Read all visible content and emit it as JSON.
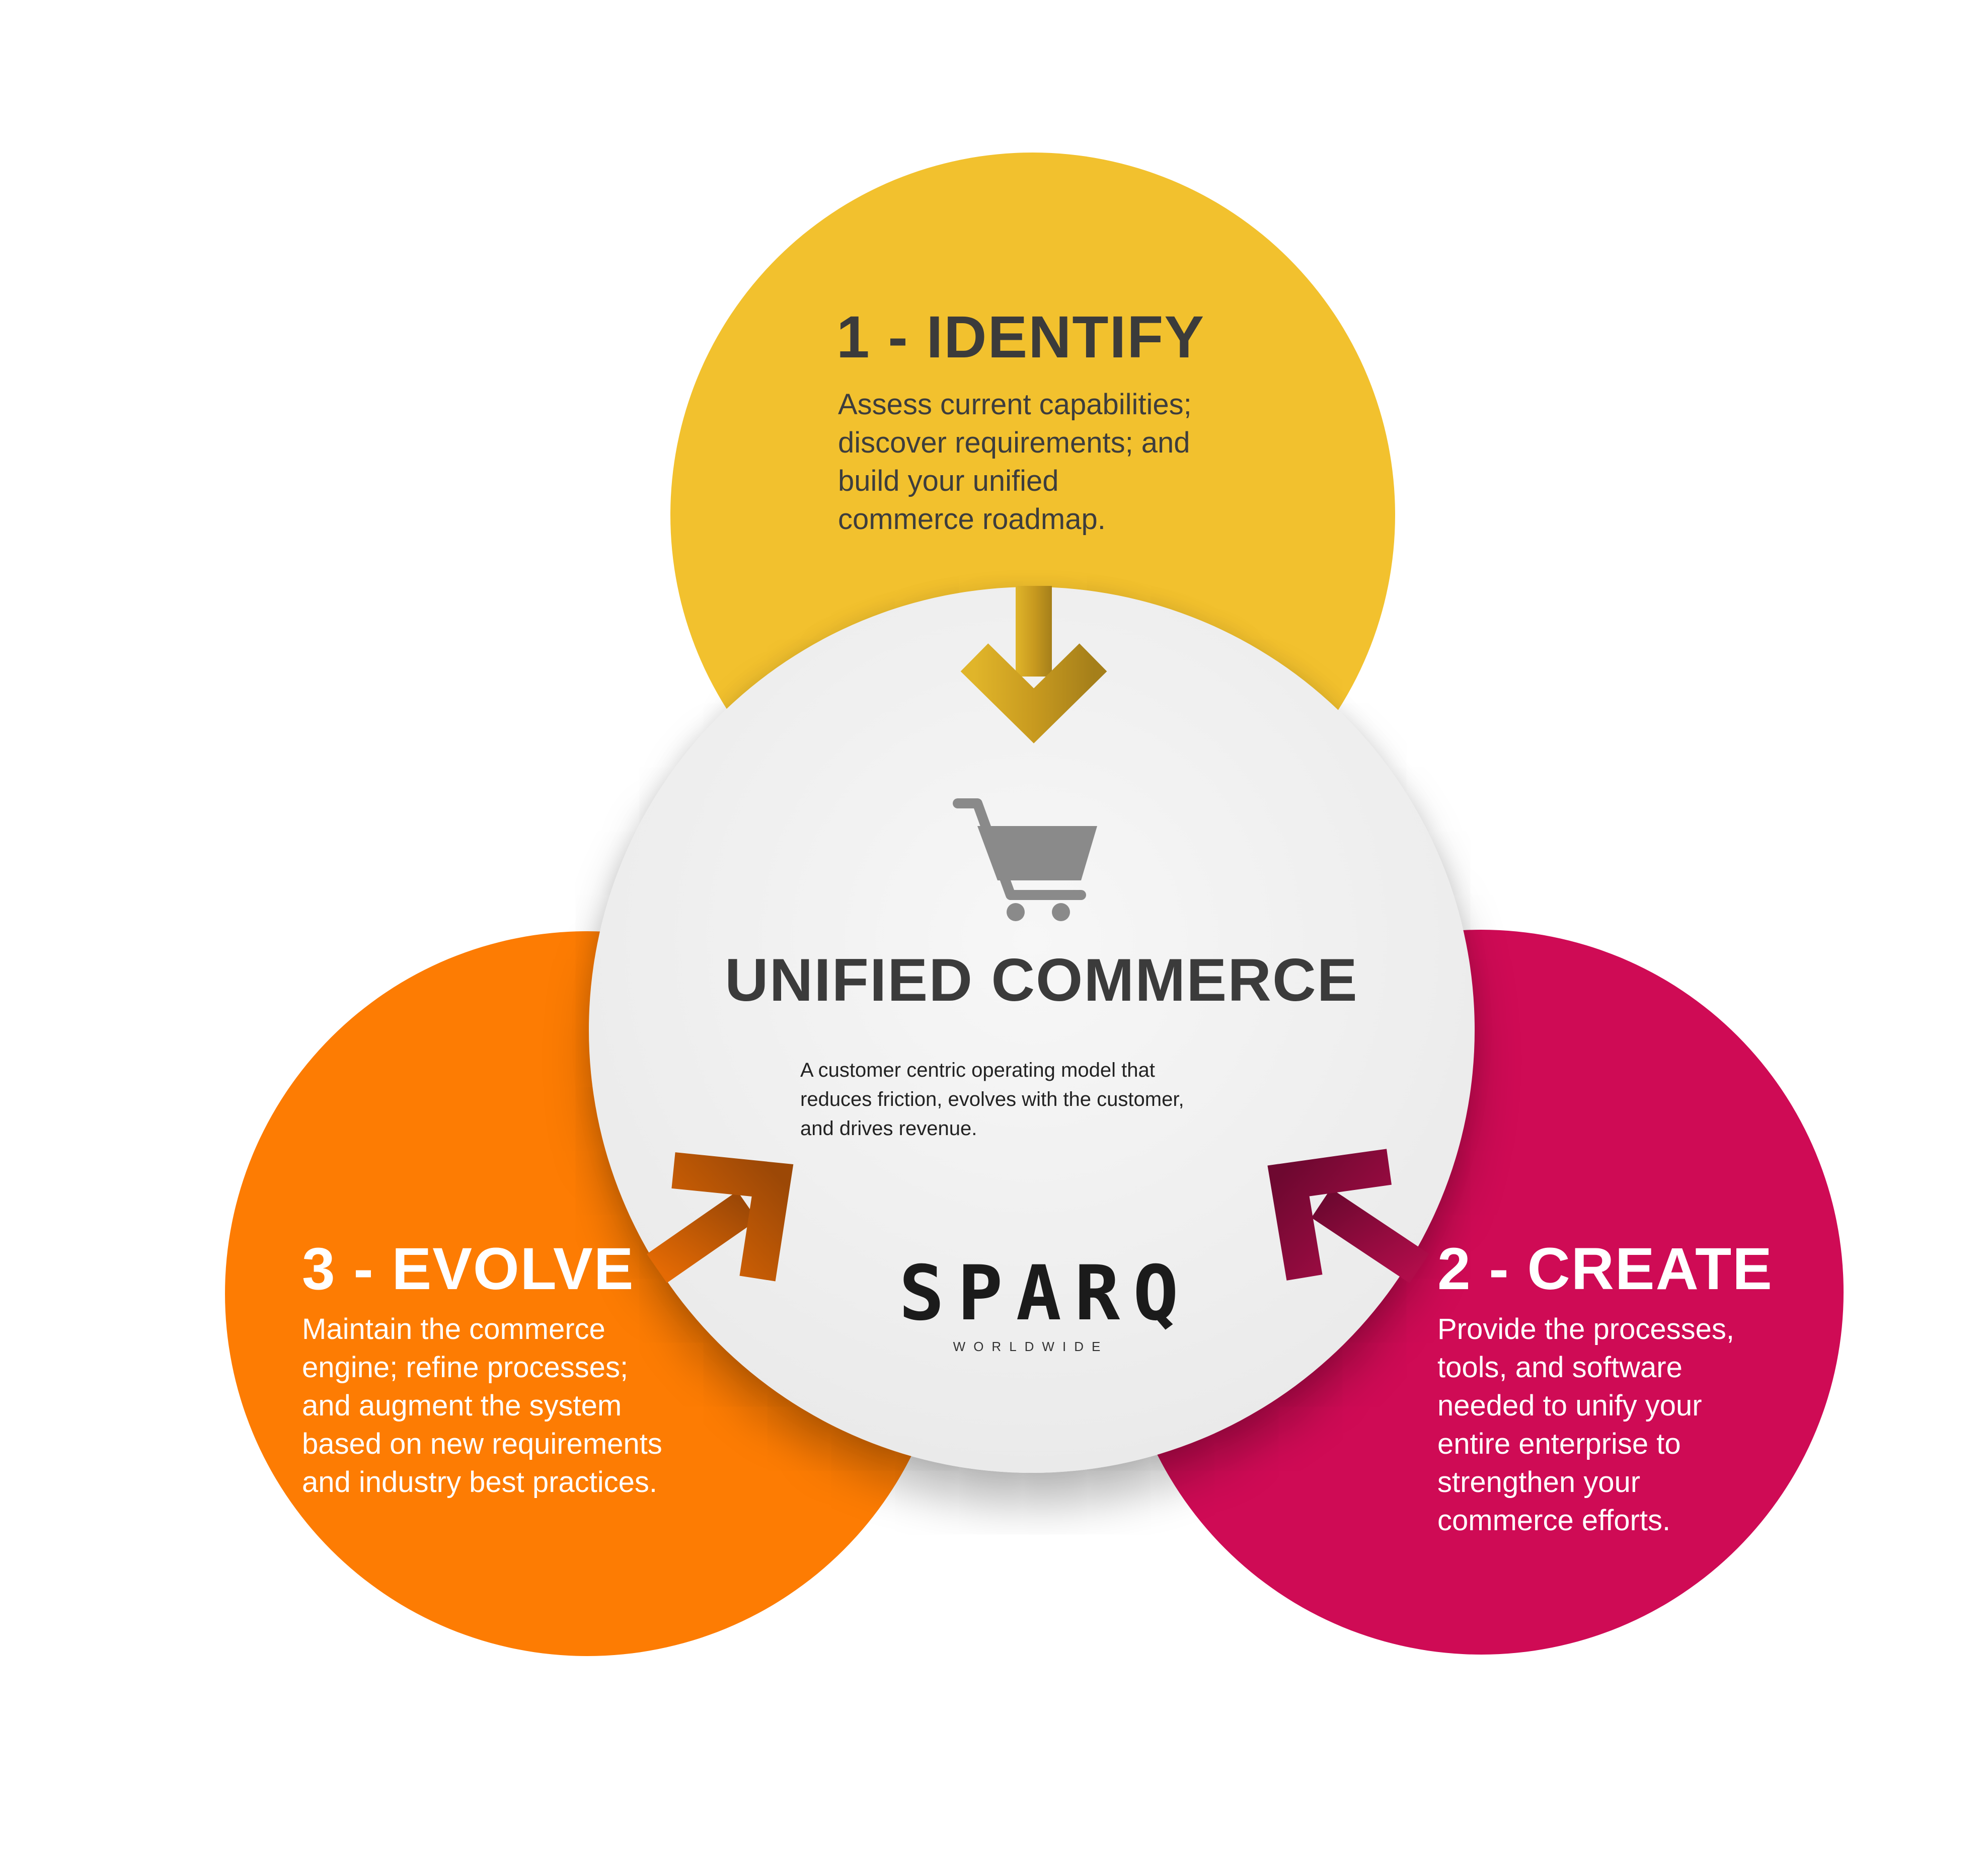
{
  "colors": {
    "identify": "#f2c12e",
    "create": "#cf0b55",
    "evolve": "#fd7c03",
    "center": "#eeeeee",
    "arrow_identify": "#c79b21",
    "arrow_create": "#8f0a3b",
    "arrow_evolve": "#c45a05",
    "cart": "#8a8a8a"
  },
  "center": {
    "title": "UNIFIED COMMERCE",
    "description_lines": [
      "A customer centric operating model that",
      "reduces friction, evolves with the customer,",
      "and drives revenue."
    ],
    "icon": "shopping-cart-icon",
    "brand": {
      "name": "SPARQ",
      "subtitle": "WORLDWIDE"
    }
  },
  "steps": {
    "identify": {
      "title": "1 - IDENTIFY",
      "lines": [
        "Assess current capabilities;",
        "discover requirements; and",
        "build your unified",
        "commerce roadmap."
      ],
      "arrow_icon": "arrow-down-icon"
    },
    "create": {
      "title": "2 - CREATE",
      "lines": [
        "Provide the processes,",
        "tools, and software",
        "needed to unify your",
        "entire enterprise to",
        "strengthen your",
        "commerce efforts."
      ],
      "arrow_icon": "arrow-up-left-icon"
    },
    "evolve": {
      "title": "3 - EVOLVE",
      "lines": [
        "Maintain the commerce",
        "engine; refine processes;",
        "and augment the system",
        "based on new requirements",
        "and industry best practices."
      ],
      "arrow_icon": "arrow-up-right-icon"
    }
  }
}
